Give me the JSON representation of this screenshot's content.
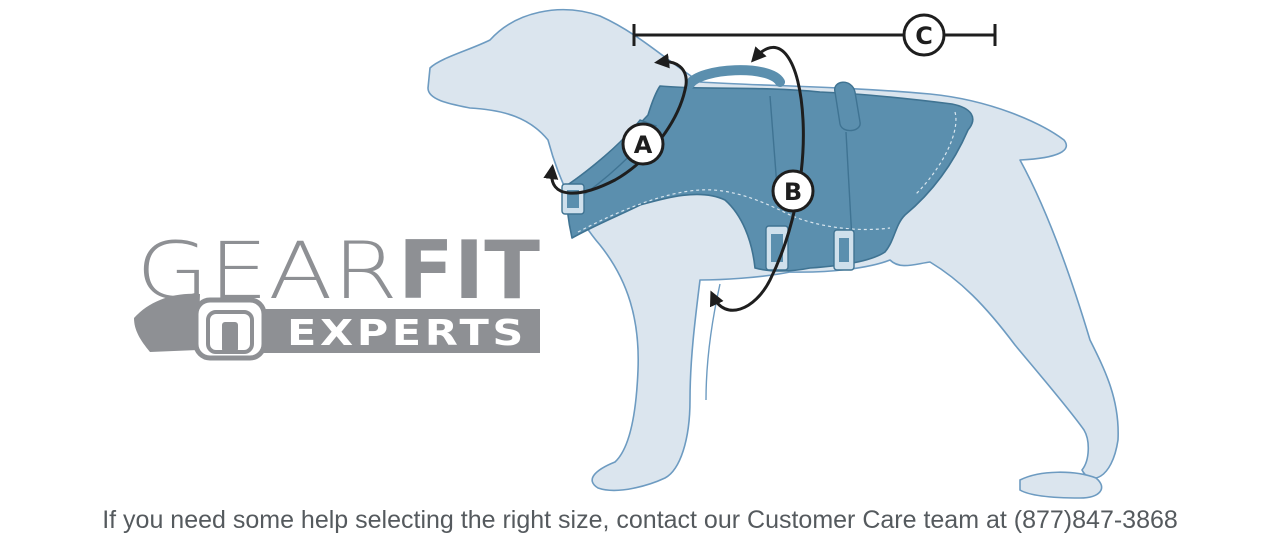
{
  "logo": {
    "word_gear": "GEAR",
    "word_fit": "FIT",
    "word_experts": "EXPERTS",
    "color": "#8e9094"
  },
  "markers": {
    "a": "A",
    "b": "B",
    "c": "C"
  },
  "footer_text": "If you need some help selecting the right size, contact our Customer Care team at (877)847-3868",
  "colors": {
    "dog_fill": "#dbe5ee",
    "dog_outline": "#6d9bc1",
    "vest_fill": "#5b8fae",
    "vest_dark": "#3f7392",
    "measure_line": "#1e1e1e"
  },
  "icons": {
    "logo_mark": "harness-buckle-icon"
  }
}
